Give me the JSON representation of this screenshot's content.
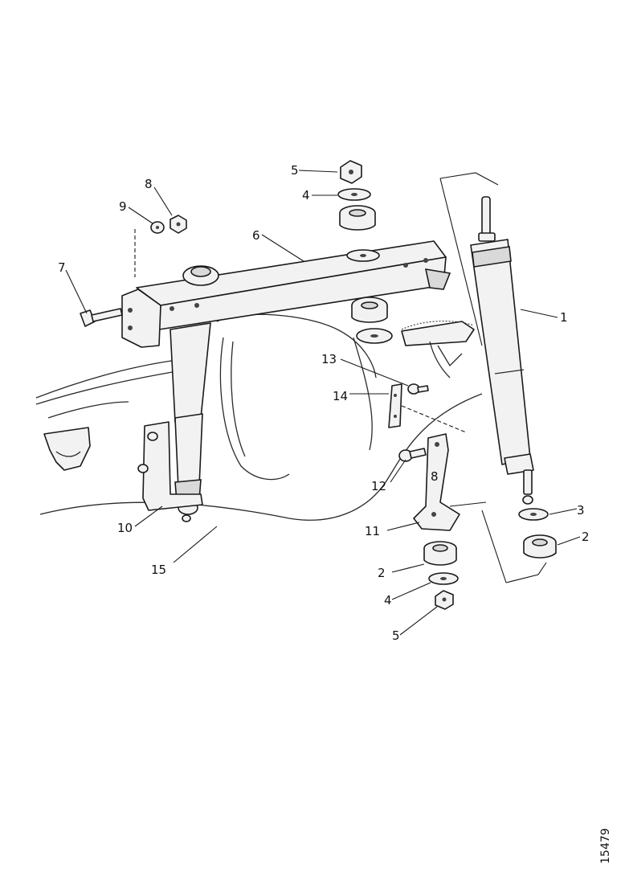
{
  "callouts": {
    "c1": "1",
    "c2a": "2",
    "c2b": "2",
    "c3": "3",
    "c4a": "4",
    "c4b": "4",
    "c5a": "5",
    "c5b": "5",
    "c6": "6",
    "c7": "7",
    "c8a": "8",
    "c8b": "8",
    "c9": "9",
    "c10": "10",
    "c11": "11",
    "c12": "12",
    "c13": "13",
    "c14": "14",
    "c15": "15"
  },
  "reference_number": "15479"
}
